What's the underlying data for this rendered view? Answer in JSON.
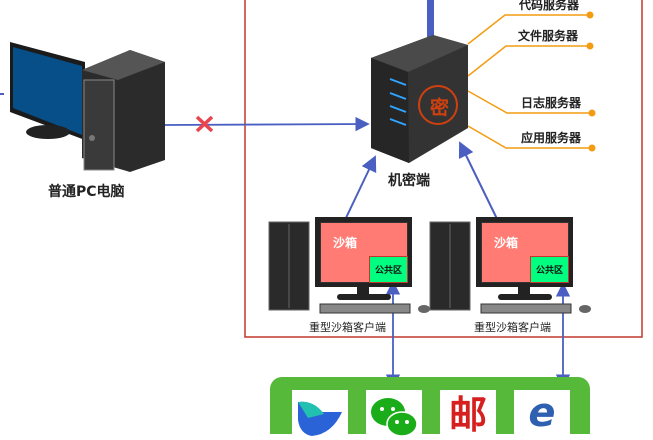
{
  "pc": {
    "label": "普通PC电脑"
  },
  "server": {
    "label": "机密端",
    "badge": "密"
  },
  "services": [
    "代码服务器",
    "文件服务器",
    "日志服务器",
    "应用服务器"
  ],
  "clients": [
    {
      "label": "重型沙箱客户端",
      "sandbox": "沙箱",
      "public_zone": "公共区"
    },
    {
      "label": "重型沙箱客户端",
      "sandbox": "沙箱",
      "public_zone": "公共区"
    }
  ],
  "apps": [
    "feishu-icon",
    "wechat-icon",
    "mail-icon",
    "ie-icon"
  ],
  "apps_text": {
    "mail": "邮",
    "ie": "e"
  },
  "colors": {
    "frame": "#c0392b",
    "arrow": "#4a5fc1",
    "service_line": "#f39c12",
    "blocked": "#e8454f",
    "app_panel": "#56b93a"
  }
}
